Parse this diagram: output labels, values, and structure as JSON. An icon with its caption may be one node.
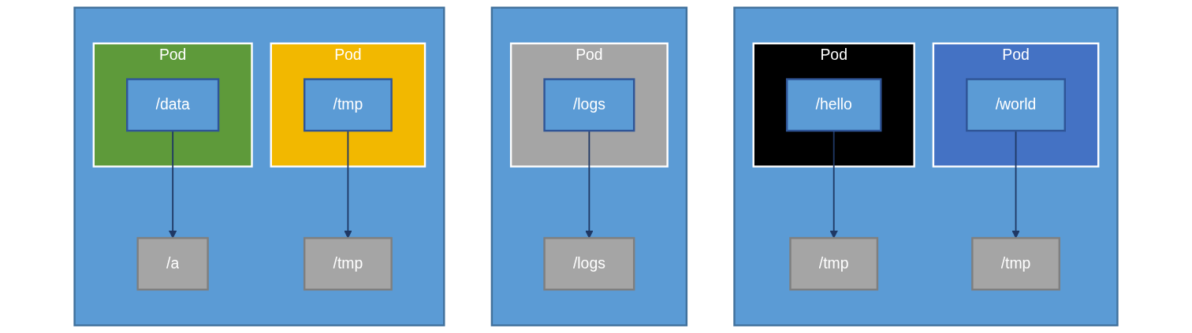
{
  "diagram": {
    "nodes": [
      {
        "text": [],
        "shape": "box"
      },
      {
        "text": [
          "Pod"
        ],
        "in": 0
      },
      {
        "text": [
          "/data"
        ],
        "in": 1
      },
      {
        "text": [
          "Pod"
        ],
        "in": 0
      },
      {
        "text": [
          "/tmp"
        ],
        "in": 3
      },
      {
        "text": [
          "/a"
        ],
        "in": 0
      },
      {
        "text": [
          "/tmp"
        ],
        "in": 0
      },
      {
        "text": [],
        "shape": "box"
      },
      {
        "text": [
          "Pod"
        ],
        "in": 7
      },
      {
        "text": [
          "/logs"
        ],
        "in": 8
      },
      {
        "text": [
          "/logs"
        ],
        "in": 7
      },
      {
        "text": [],
        "shape": "box"
      },
      {
        "text": [
          "Pod"
        ],
        "in": 11
      },
      {
        "text": [
          "/hello"
        ],
        "in": 12
      },
      {
        "text": [
          "Pod"
        ],
        "in": 11
      },
      {
        "text": [
          "/world"
        ],
        "in": 14
      },
      {
        "text": [
          "/tmp"
        ],
        "in": 11
      },
      {
        "text": [
          "/tmp"
        ],
        "in": 11
      }
    ],
    "edges": [
      {
        "from": 2,
        "to": 5,
        "arrow": "to"
      },
      {
        "from": 4,
        "to": 6,
        "arrow": "to"
      },
      {
        "from": 9,
        "to": 10,
        "arrow": "to"
      },
      {
        "from": 13,
        "to": 16,
        "arrow": "to"
      },
      {
        "from": 15,
        "to": 17,
        "arrow": "to"
      }
    ]
  }
}
